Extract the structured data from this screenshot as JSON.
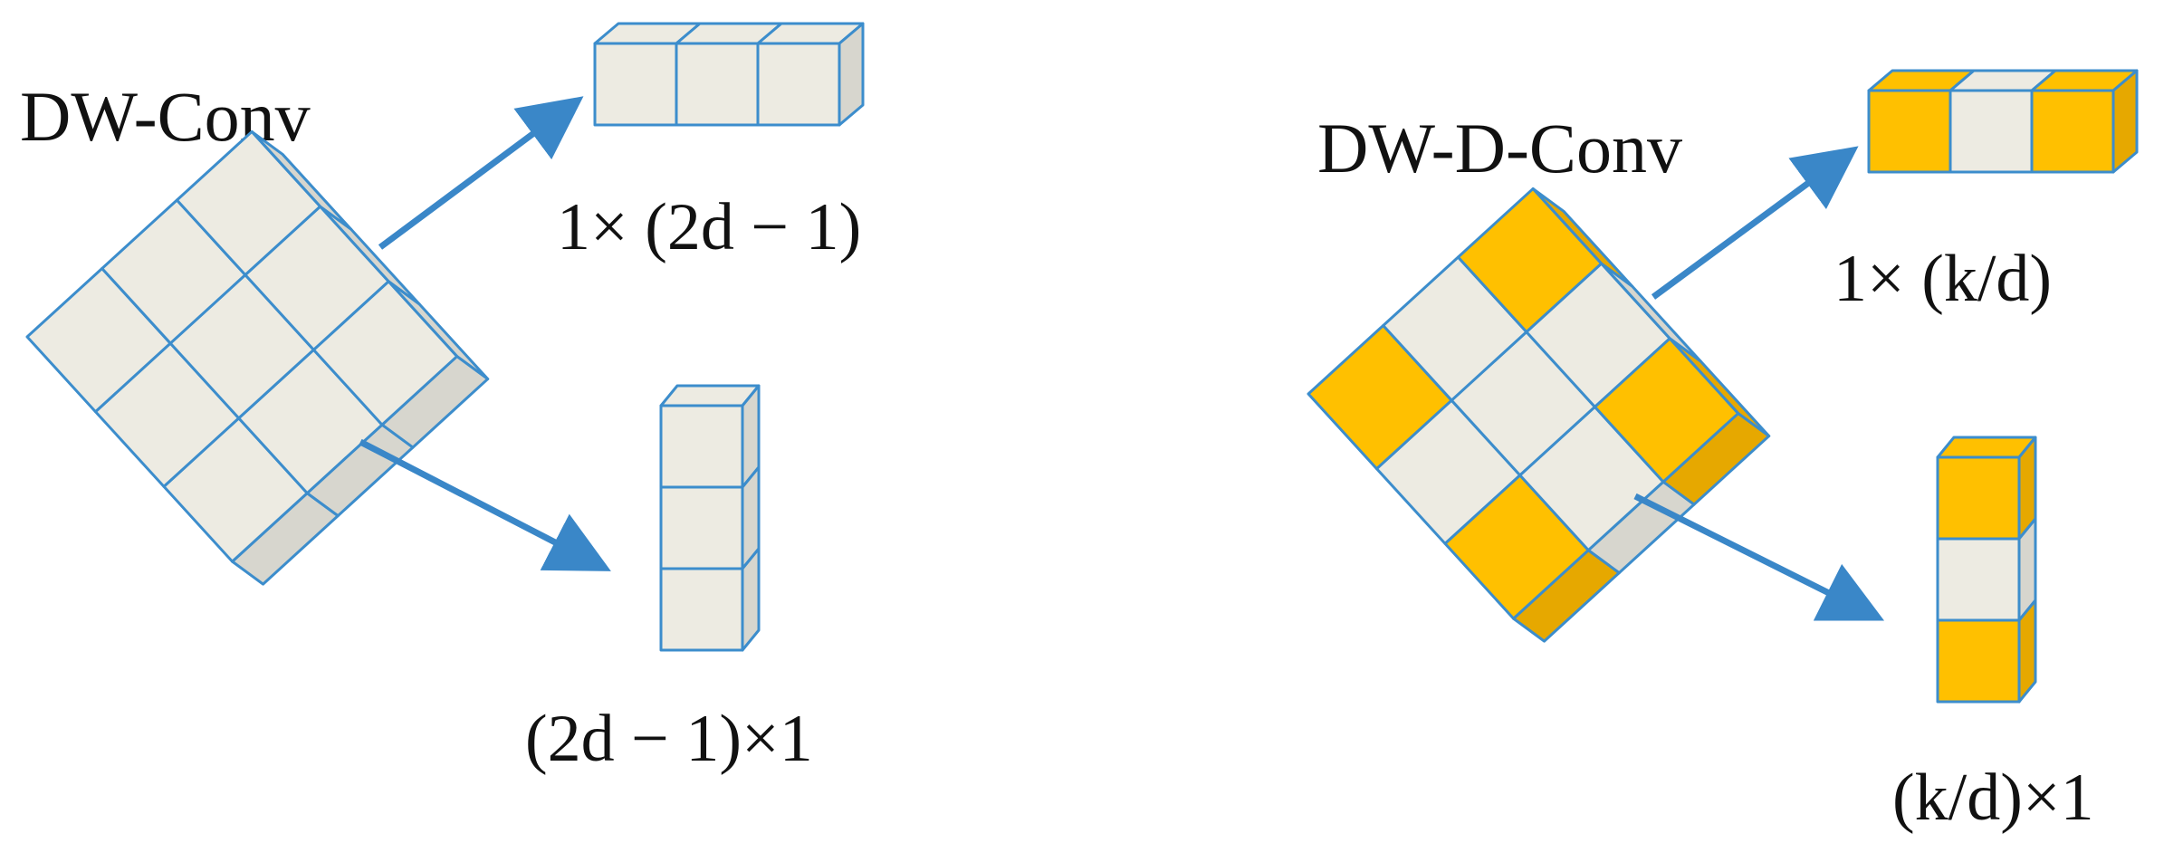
{
  "colors": {
    "cube_light": "#EDEBE2",
    "cube_light_side": "#D7D6CE",
    "cube_gold": "#FFC000",
    "cube_gold_side": "#E6A800",
    "edge": "#3C8DCC",
    "arrow": "#3A87C8"
  },
  "left": {
    "title": "DW-Conv",
    "label_horizontal": "1× (2d − 1)",
    "label_vertical": "(2d − 1)×1",
    "grid_colors": [
      [
        "light",
        "light",
        "light"
      ],
      [
        "light",
        "light",
        "light"
      ],
      [
        "light",
        "light",
        "light"
      ]
    ],
    "row_colors": [
      "light",
      "light",
      "light"
    ],
    "column_colors": [
      "light",
      "light",
      "light"
    ]
  },
  "right": {
    "title": "DW-D-Conv",
    "label_horizontal": "1× (k/d)",
    "label_vertical": "(k/d)×1",
    "grid_colors": [
      [
        "gold",
        "light",
        "gold"
      ],
      [
        "light",
        "light",
        "light"
      ],
      [
        "gold",
        "light",
        "gold"
      ]
    ],
    "row_colors": [
      "gold",
      "light",
      "gold"
    ],
    "column_colors": [
      "gold",
      "light",
      "gold"
    ]
  }
}
